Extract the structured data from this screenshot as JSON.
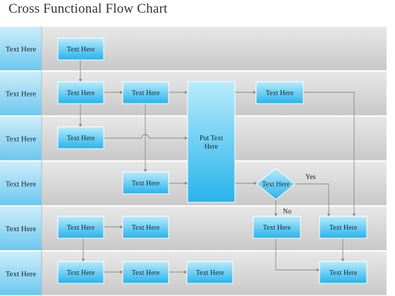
{
  "title": "Cross Functional Flow Chart",
  "colors": {
    "lane_light": "#e8e8e8",
    "lane_dark": "#c8c8c8",
    "label_light": "#cfeefa",
    "label_dark": "#69c7ef",
    "box_light": "#b8ebfb",
    "box_dark": "#27b3ec",
    "connector": "#888888"
  },
  "lanes": [
    {
      "label": "Text Here"
    },
    {
      "label": "Text Here"
    },
    {
      "label": "Text Here"
    },
    {
      "label": "Text Here"
    },
    {
      "label": "Text Here"
    },
    {
      "label": "Text Here"
    }
  ],
  "nodes": [
    {
      "id": "n1",
      "text": [
        "Text Here"
      ]
    },
    {
      "id": "n2",
      "text": [
        "Text Here"
      ]
    },
    {
      "id": "n3",
      "text": [
        "Text Here"
      ]
    },
    {
      "id": "n4",
      "text": [
        "Text Here"
      ]
    },
    {
      "id": "n5",
      "text": [
        "Text Here"
      ]
    },
    {
      "id": "n6",
      "text": [
        "Text Here"
      ]
    },
    {
      "id": "n7",
      "text": [
        "Text Here"
      ]
    },
    {
      "id": "n8",
      "text": [
        "Text Here"
      ]
    },
    {
      "id": "n9",
      "text": [
        "Text Here"
      ]
    },
    {
      "id": "n10",
      "text": [
        "Text Here"
      ]
    },
    {
      "id": "n11",
      "text": [
        "Text Here"
      ]
    },
    {
      "id": "n12",
      "text": [
        "Text Here"
      ]
    },
    {
      "id": "n13",
      "text": [
        "Text Here"
      ]
    },
    {
      "id": "n14",
      "text": [
        "Text Here"
      ]
    },
    {
      "id": "center",
      "text": [
        "Put Text",
        "Here"
      ]
    },
    {
      "id": "decision",
      "text": [
        "Text Here"
      ]
    }
  ],
  "edge_labels": {
    "yes": "Yes",
    "no": "No"
  }
}
